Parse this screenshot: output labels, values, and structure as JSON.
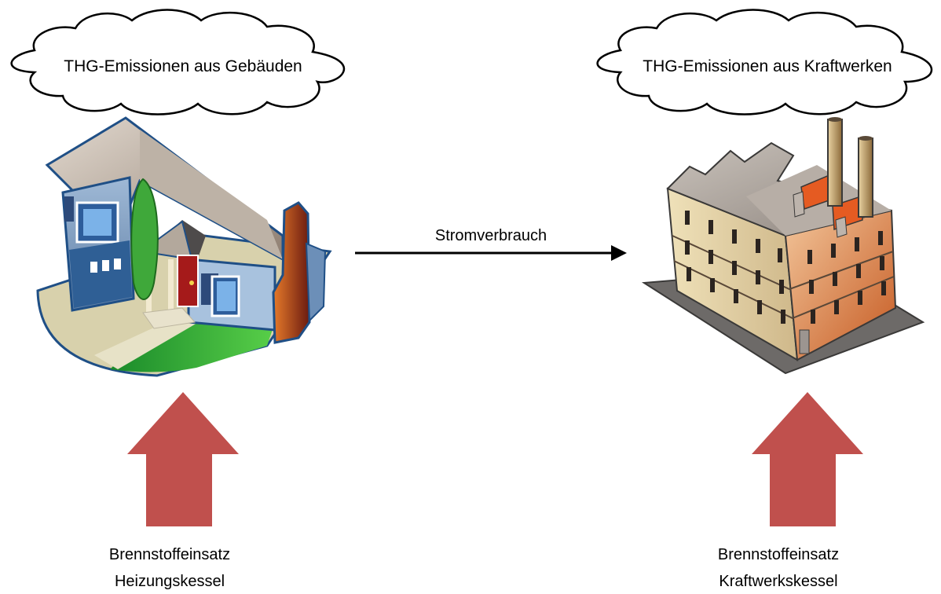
{
  "left": {
    "cloud_label": "THG-Emissionen aus Gebäuden",
    "fuel_line1": "Brennstoffeinsatz",
    "fuel_line2": "Heizungskessel"
  },
  "right": {
    "cloud_label": "THG-Emissionen aus Kraftwerken",
    "fuel_line1": "Brennstoffeinsatz",
    "fuel_line2": "Kraftwerkskessel"
  },
  "connector": {
    "label": "Stromverbrauch"
  },
  "colors": {
    "fuel_arrow": "#c0504d",
    "connector_arrow": "#000000",
    "cloud_stroke": "#000000",
    "cloud_fill": "#ffffff"
  }
}
